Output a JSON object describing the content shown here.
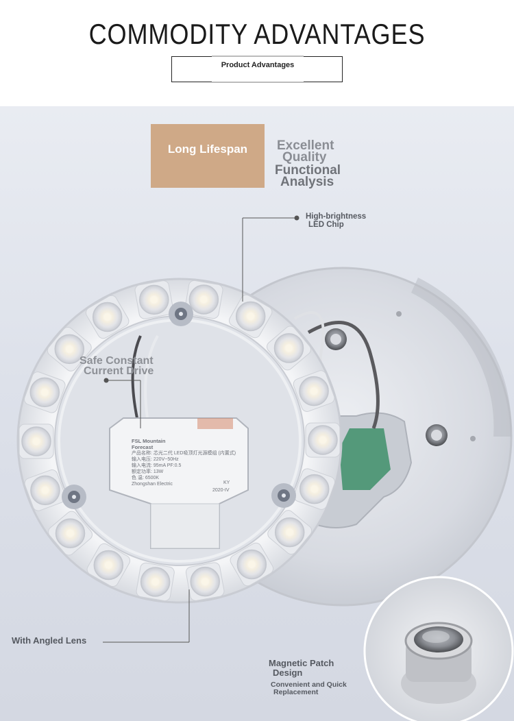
{
  "header": {
    "title": "COMMODITY ADVANTAGES",
    "subtitle": "Product Advantages"
  },
  "badge": {
    "label": "Long Lifespan",
    "color": "#cfa987"
  },
  "callouts": {
    "quality_line1": "Excellent",
    "quality_line2": "Quality",
    "analysis_line1": "Functional",
    "analysis_line2": "Analysis"
  },
  "labels": {
    "chip_line1": "High-brightness",
    "chip_line2": "LED Chip",
    "drive_line1": "Safe Constant",
    "drive_line2": "Current Drive",
    "lens": "With Angled Lens",
    "magnet_line1": "Magnetic Patch",
    "magnet_line2": "Design",
    "magnet_sub1": "Convenient and Quick",
    "magnet_sub2": "Replacement"
  },
  "driver_box": {
    "brand_line1": "FSL Mountain",
    "brand_line2": "Forecast",
    "spec1": "产品名称: 芯光二代 LED吸顶灯光源模组 (内置式)",
    "spec2": "输入电压: 220V~50Hz",
    "spec3": "输入电流: 95mA   PF:0.5",
    "spec4": "额定功率: 13W",
    "spec5": "色    温: 6500K",
    "model": "KY",
    "maker": "Zhongshan Electric",
    "date": "2020-IV"
  }
}
